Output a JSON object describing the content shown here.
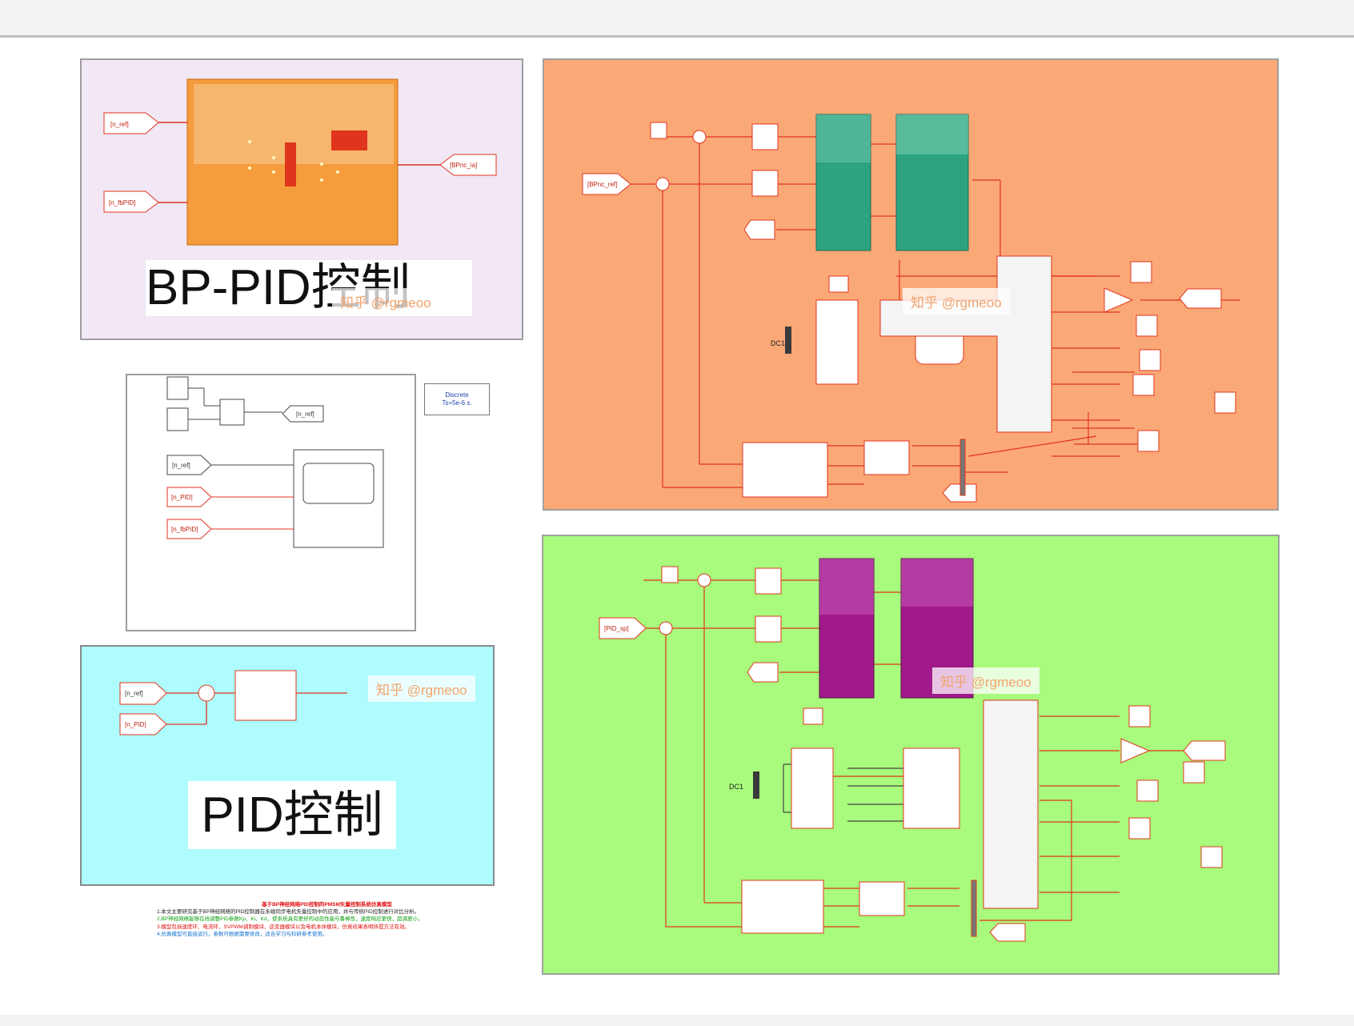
{
  "panels": {
    "bppid": {
      "title": "BP-PID控制",
      "watermark": "知乎 @rgmeoo"
    },
    "pid": {
      "title": "PID控制",
      "watermark": "知乎 @rgmeoo"
    },
    "orange": {
      "watermark": "知乎 @rgmeoo",
      "dc_label": "DC1"
    },
    "green": {
      "watermark": "知乎 @rgmeoo",
      "dc_label": "DC1"
    },
    "scope_panel": {
      "block_label": "Discrete\nTs=5e-6 s."
    }
  },
  "colors": {
    "bppid_bg": "#f1e7f5",
    "orange_bg": "#fba877",
    "green_bg": "#a8fb7c",
    "pid_bg": "#aefcfd",
    "signal_red": "#e0351c",
    "teal_block": "#2ea37f",
    "magenta_block": "#a01a8a",
    "bp_block": "#f59c3c"
  },
  "notes": {
    "heading": "基于BP神经网络PID控制的PMSM矢量控制系统仿真模型",
    "lines": [
      {
        "style": "b",
        "text": "1.本文主要研究基于BP神经网络的PID控制器在永磁同步电机矢量控制中的应用，并与传统PID控制进行对比分析。"
      },
      {
        "style": "g",
        "text": "2.BP神经网络能够在线调整PID参数Kp、Ki、Kd，使系统具有更好的动态性能与鲁棒性，速度响应更快，超调更小。"
      },
      {
        "style": "r",
        "text": "3.模型包括速度环、电流环、SVPWM调制模块、逆变器模块以及电机本体模块，仿真结果表明所提方法有效。"
      },
      {
        "style": "bl",
        "text": "4.仿真模型可直接运行，参数可根据需要修改，适合学习与科研参考使用。"
      }
    ]
  }
}
